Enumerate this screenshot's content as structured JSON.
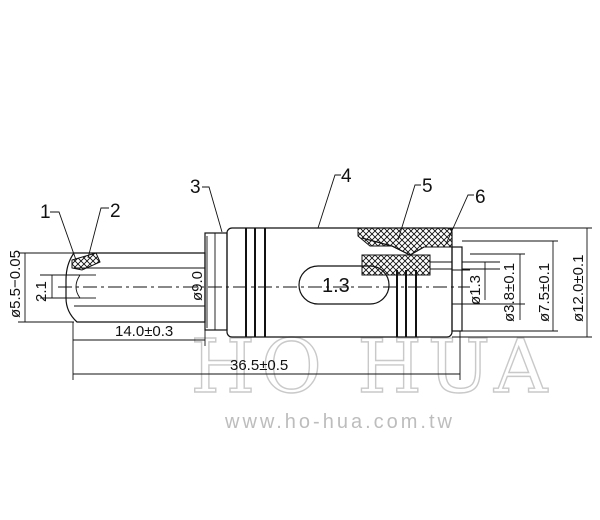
{
  "callouts": [
    "1",
    "2",
    "3",
    "4",
    "5",
    "6"
  ],
  "dimensions": {
    "d_5_5": "ø5.5−0.05",
    "d_2_1": "2.1",
    "d_9_0": "ø9.0",
    "len_14": "14.0±0.3",
    "len_36": "36.5±0.5",
    "mid_1_3": "1.3",
    "d_1_3": "ø1.3",
    "d_3_8": "ø3.8±0.1",
    "d_7_5": "ø7.5±0.1",
    "d_12": "ø12.0±0.1"
  },
  "watermark": {
    "brand": "HO HUA",
    "url": "www.ho-hua.com.tw"
  }
}
